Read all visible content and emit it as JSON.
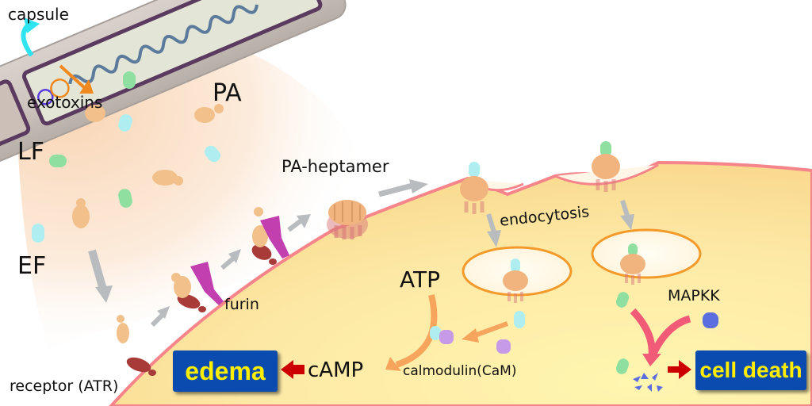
{
  "labels": {
    "capsule": "capsule",
    "exotoxins": "exotoxins",
    "pa": "PA",
    "lf": "LF",
    "ef": "EF",
    "pa_heptamer": "PA-heptamer",
    "furin": "furin",
    "receptor": "receptor (ATR)",
    "endocytosis": "endocytosis",
    "atp": "ATP",
    "camp": "cAMP",
    "calmodulin": "calmodulin(CaM)",
    "mapkk": "MAPKK"
  },
  "outcomes": {
    "edema": "edema",
    "cell_death": "cell death"
  },
  "colors": {
    "cell_fill": "#fde9a0",
    "membrane": "#f5858a",
    "pa_protein": "#f2c08a",
    "lf_protein": "#8fe0a0",
    "ef_protein": "#aeeef0",
    "furin": "#c23fb0",
    "receptor": "#a83a38",
    "calmodulin": "#c79ae8",
    "mapkk": "#5a6ee0",
    "outcome_box": "#0a4bb0",
    "outcome_text": "#ffee00",
    "red_arrow": "#cc0000",
    "gray_arrow": "#b8bcbe",
    "orange_arrow": "#f7a45c",
    "pink_arrow": "#f25b78"
  }
}
